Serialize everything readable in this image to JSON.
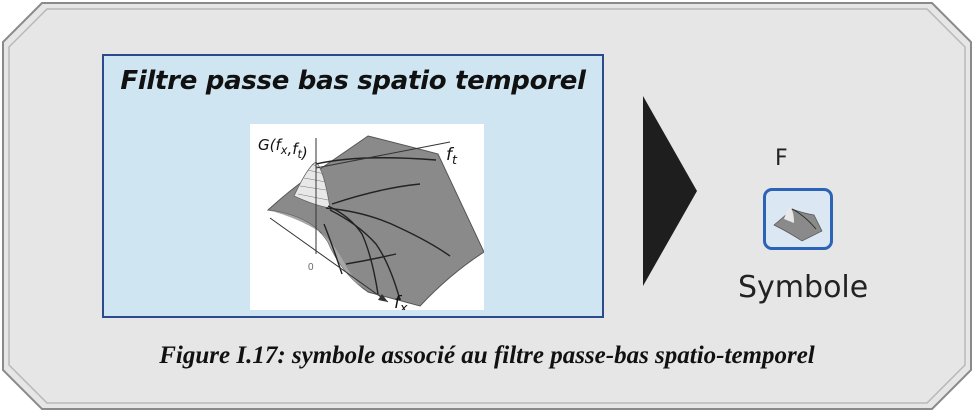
{
  "panel": {
    "title": "Filtre passe bas spatio temporel"
  },
  "plot": {
    "z_axis_label": "G(fx,ft)",
    "t_axis_label": "ft",
    "x_axis_label": "fx",
    "origin_label": "0"
  },
  "symbol": {
    "name": "F",
    "label": "Symbole"
  },
  "caption": "Figure I.17: symbole associé au filtre passe-bas spatio-temporel",
  "colors": {
    "panel_bg": "#cfe6f2",
    "panel_border": "#2b4b8c",
    "frame_bg": "#e6e6e6",
    "arrow": "#1e1e1e",
    "icon_border": "#2b63b6",
    "surface": "#8a8a8a"
  }
}
